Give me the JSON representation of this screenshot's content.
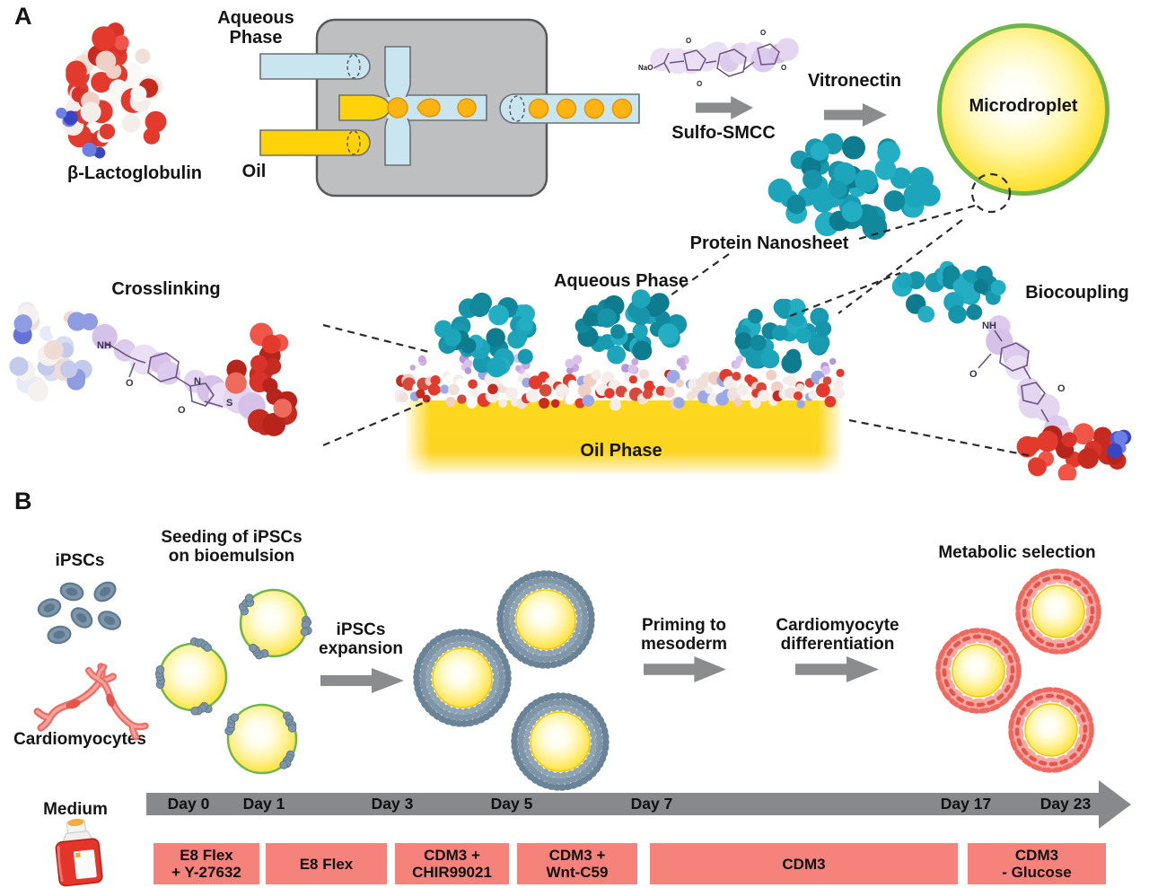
{
  "colors": {
    "droplet_yellow": "#FFD60E",
    "droplet_border_green": "#6FB54B",
    "oil_yellow": "#FFD20A",
    "aqueous_blue": "#C9E5F0",
    "device_gray": "#BDBFC1",
    "arrow_gray": "#8A8C8E",
    "timeline_gray": "#87898C",
    "media_bar_salmon": "#F5837B",
    "ipsc_cell_blue_gray": "#7E96A8",
    "cardiomyocyte_pink": "#EE6A60",
    "protein_teal": "#1695AA",
    "crosslinker_lavender": "#E4D6F1",
    "electrostatic_red": "#E23A2C",
    "electrostatic_blue": "#4A5BD6"
  },
  "panel_a": {
    "label": "A",
    "protein_label": "β-Lactoglobulin",
    "aqueous_inlet_line1": "Aqueous",
    "aqueous_inlet_line2": "Phase",
    "oil_inlet_label": "Oil",
    "nao_label": "NaO",
    "sulfo_smcc_label": "Sulfo-SMCC",
    "vitronectin_label": "Vitronectin",
    "microdroplet_label": "Microdroplet",
    "protein_nanosheet_label": "Protein Nanosheet",
    "crosslinking_label": "Crosslinking",
    "aqueous_phase_label": "Aqueous Phase",
    "oil_phase_label": "Oil Phase",
    "biocoupling_label": "Biocoupling",
    "atoms": {
      "nh": "NH",
      "s": "S",
      "o": "O",
      "n": "N"
    }
  },
  "panel_b": {
    "label": "B",
    "ipscs_label": "iPSCs",
    "cardiomyocytes_label": "Cardiomyocytes",
    "seeding_line1": "Seeding of iPSCs",
    "seeding_line2": "on bioemulsion",
    "expansion_line1": "iPSCs",
    "expansion_line2": "expansion",
    "priming_line1": "Priming to",
    "priming_line2": "mesoderm",
    "differentiation_line1": "Cardiomyocyte",
    "differentiation_line2": "differentiation",
    "metabolic_selection_label": "Metabolic selection",
    "medium_label": "Medium",
    "timeline_days": [
      "Day 0",
      "Day 1",
      "Day 3",
      "Day 5",
      "Day 7",
      "Day 17",
      "Day 23"
    ],
    "media_bars": [
      {
        "line1": "E8 Flex",
        "line2": "+ Y-27632"
      },
      {
        "line1": "E8 Flex",
        "line2": ""
      },
      {
        "line1": "CDM3 +",
        "line2": "CHIR99021"
      },
      {
        "line1": "CDM3 +",
        "line2": "Wnt-C59"
      },
      {
        "line1": "CDM3",
        "line2": ""
      },
      {
        "line1": "CDM3",
        "line2": "- Glucose"
      }
    ]
  }
}
